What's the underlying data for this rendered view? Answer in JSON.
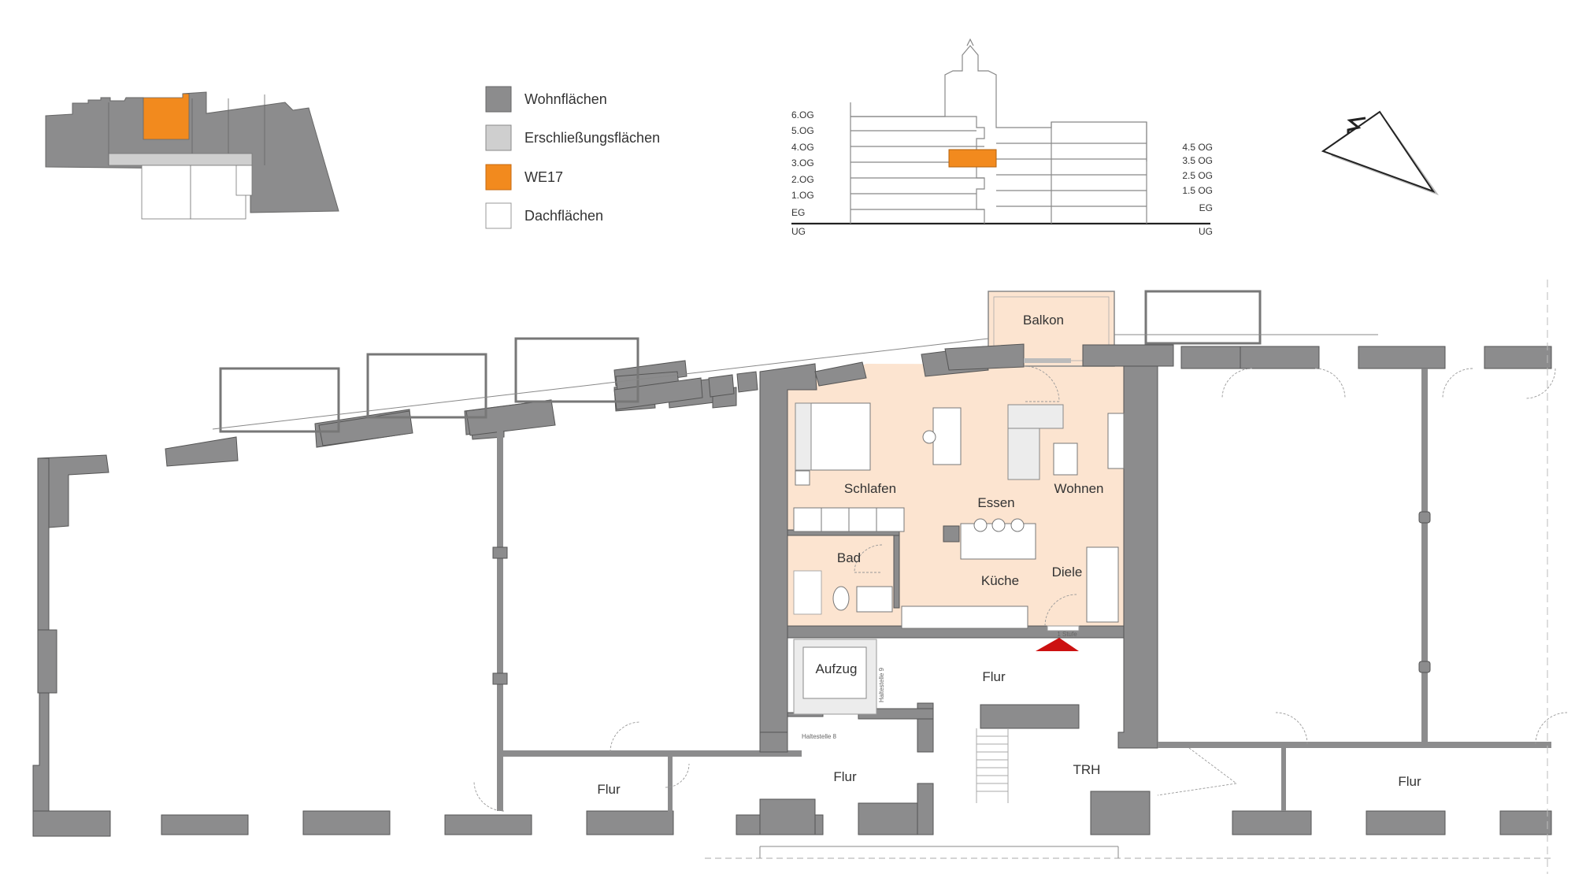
{
  "legend": {
    "items": [
      {
        "label": "Wohnflächen",
        "color": "#8c8c8d"
      },
      {
        "label": "Erschließungsflächen",
        "color": "#cfcfcf"
      },
      {
        "label": "WE17",
        "color": "#f28a1e"
      },
      {
        "label": "Dachflächen",
        "color": "#ffffff"
      }
    ]
  },
  "section": {
    "levels_left": [
      "6.OG",
      "5.OG",
      "4.OG",
      "3.OG",
      "2.OG",
      "1.OG",
      "EG",
      "UG"
    ],
    "levels_right": [
      "4.5 OG",
      "3.5 OG",
      "2.5 OG",
      "1.5 OG",
      "EG",
      "UG"
    ]
  },
  "rooms": {
    "balkon": "Balkon",
    "schlafen": "Schlafen",
    "essen": "Essen",
    "wohnen": "Wohnen",
    "bad": "Bad",
    "kueche": "Küche",
    "diele": "Diele",
    "aufzug": "Aufzug",
    "flur_main": "Flur",
    "flur_left": "Flur",
    "flur_center": "Flur",
    "flur_right": "Flur",
    "trh": "TRH"
  },
  "annotations": {
    "stufe": "1 Stufe",
    "haltestelle_1": "Haltestelle 8",
    "haltestelle_2": "Haltestelle 9"
  },
  "colors": {
    "wall": "#8c8c8d",
    "apartment": "#fce4d0",
    "highlight": "#f28a1e",
    "entrance_marker": "#cc1111"
  }
}
